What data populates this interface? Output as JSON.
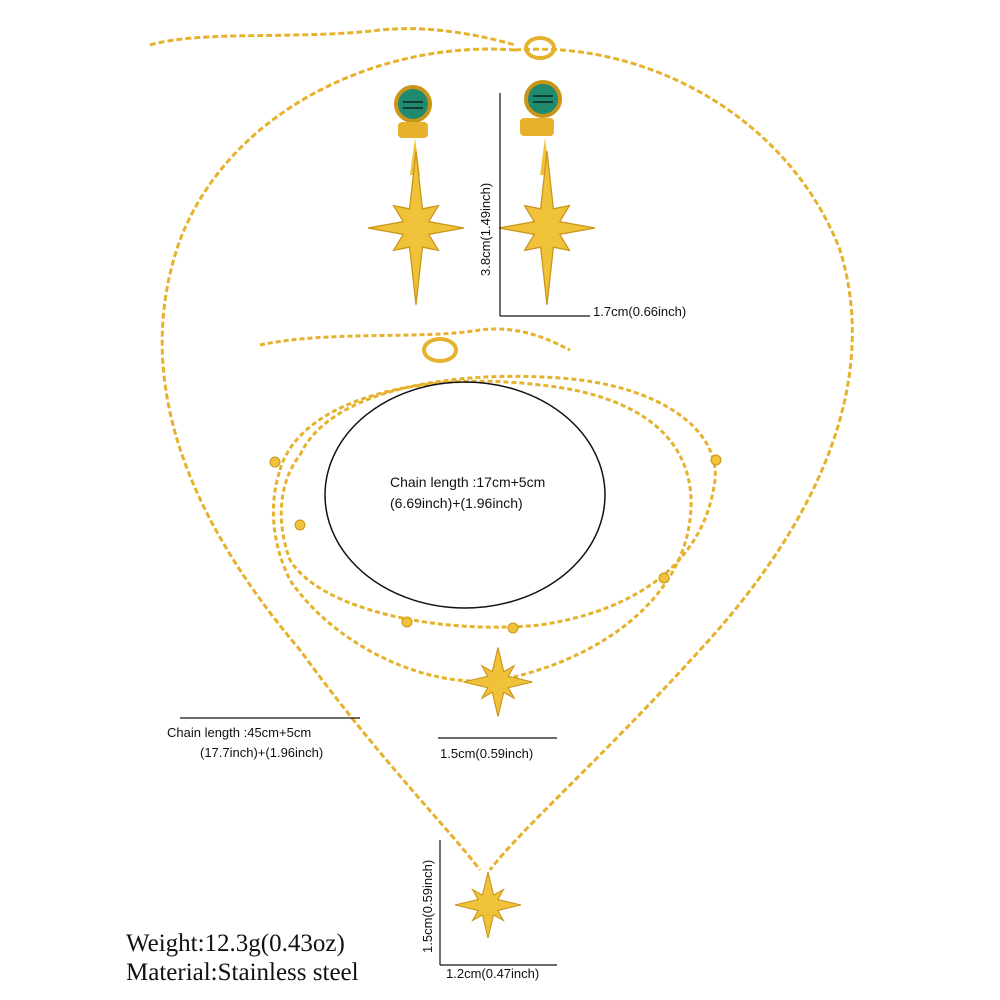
{
  "colors": {
    "gold": "#f0c23a",
    "gold_dark": "#c9951b",
    "gold_light": "#ffe58a",
    "malachite": "#1f8a6e",
    "line": "#111111"
  },
  "earring": {
    "height_label": "3.8cm(1.49inch)",
    "width_label": "1.7cm(0.66inch)"
  },
  "bracelet": {
    "chain_length_line1": "Chain length :17cm+5cm",
    "chain_length_line2": "(6.69inch)+(1.96inch)",
    "pendant_width_label": "1.5cm(0.59inch)"
  },
  "necklace": {
    "chain_length_line1": "Chain length :45cm+5cm",
    "chain_length_line2": "(17.7inch)+(1.96inch)",
    "pendant_height_label": "1.5cm(0.59inch)",
    "pendant_width_label": "1.2cm(0.47inch)"
  },
  "specs": {
    "weight": "Weight:12.3g(0.43oz)",
    "material": "Material:Stainless steel"
  }
}
